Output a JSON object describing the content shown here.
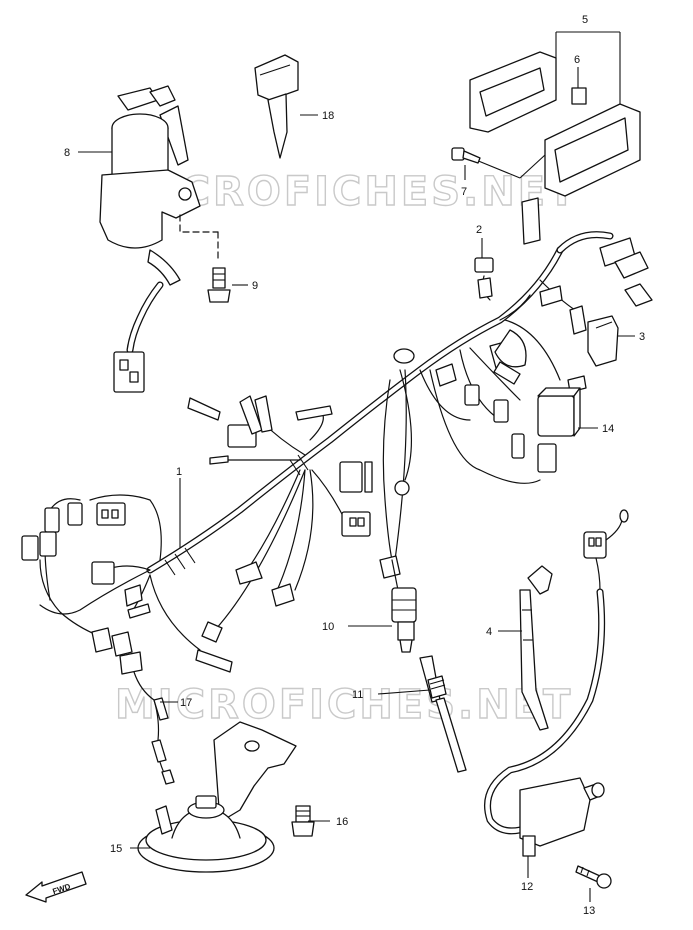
{
  "watermark": "MICROFICHES.NET",
  "fwd_label": "FWD",
  "parts": {
    "p1": "1",
    "p2": "2",
    "p3": "3",
    "p4": "4",
    "p5": "5",
    "p6": "6",
    "p7": "7",
    "p8": "8",
    "p9": "9",
    "p10": "10",
    "p11": "11",
    "p12": "12",
    "p13": "13",
    "p14": "14",
    "p15": "15",
    "p16": "16",
    "p17": "17",
    "p18": "18"
  }
}
